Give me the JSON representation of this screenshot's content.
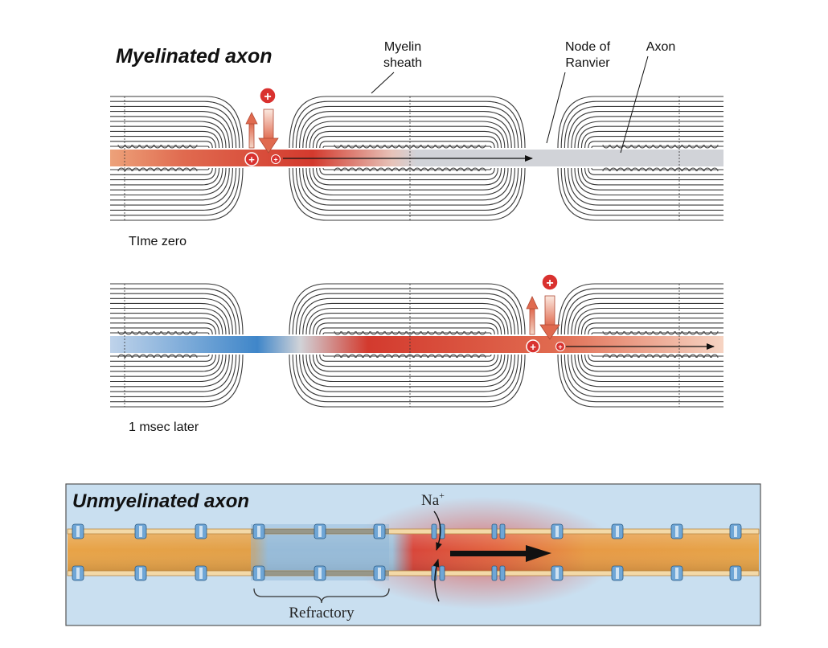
{
  "myelinated": {
    "title": "Myelinated axon",
    "labels": {
      "myelin_line1": "Myelin",
      "myelin_line2": "sheath",
      "node_line1": "Node of",
      "node_line2": "Ranvier",
      "axon": "Axon"
    },
    "panels": [
      {
        "caption": "TIme zero"
      },
      {
        "caption": "1 msec later"
      }
    ],
    "charge_symbol": "+"
  },
  "unmyelinated": {
    "title": "Unmyelinated axon",
    "ion_label": "Na",
    "ion_charge": "+",
    "bracket_label": "Refractory"
  },
  "colors": {
    "depolarized": "#d8473a",
    "repolarized": "#3f86c9",
    "resting": "#d1d3d8",
    "charge": "#d9312f",
    "unmyelinated_bg": "#c9dff0",
    "axon_core": "#e39a3a",
    "channel": "#6fa6d6"
  }
}
